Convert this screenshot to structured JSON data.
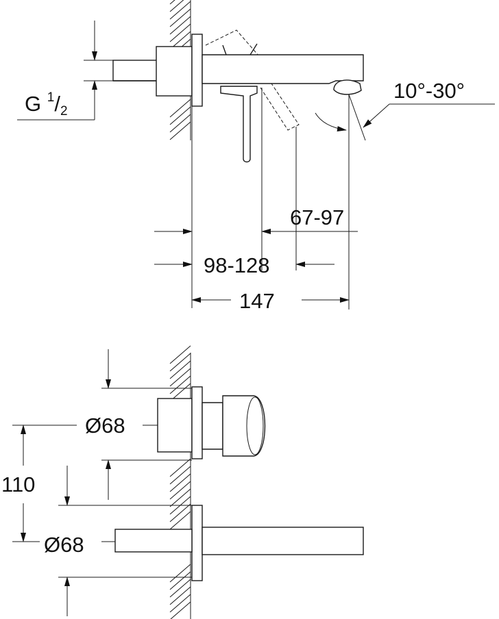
{
  "dimensions": {
    "thread_main": "G ",
    "thread_sup": "1",
    "thread_slash": "/",
    "thread_sub": "2",
    "angle": "10°-30°",
    "lever_range": "67-97",
    "wall_range": "98-128",
    "total_length": "147",
    "diameter_top": "Ø68",
    "diameter_bottom": "Ø68",
    "spacing": "110"
  }
}
